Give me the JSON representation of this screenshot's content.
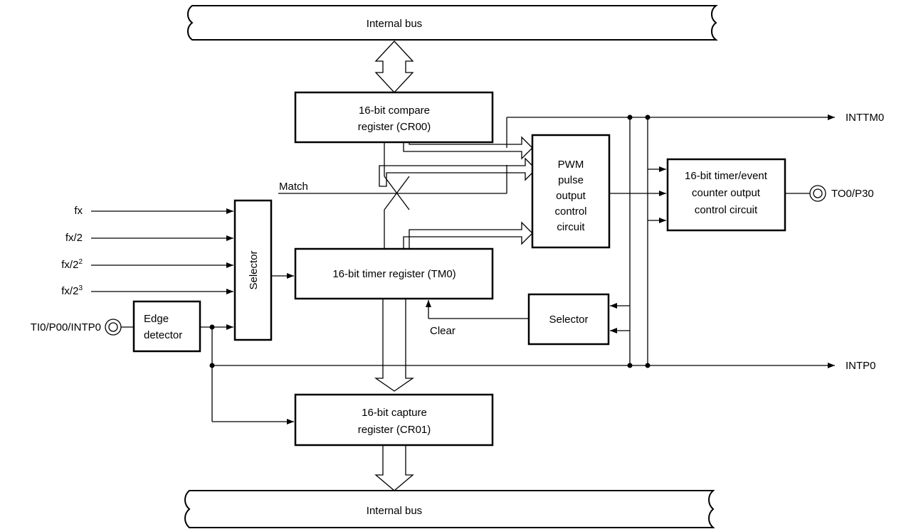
{
  "diagram": {
    "buses": {
      "top": "Internal bus",
      "bottom": "Internal bus"
    },
    "blocks": {
      "compare_register": [
        "16-bit compare",
        "register (CR00)"
      ],
      "pwm_circuit": [
        "PWM",
        "pulse",
        "output",
        "control",
        "circuit"
      ],
      "output_control_circuit": [
        "16-bit timer/event",
        "counter output",
        "control circuit"
      ],
      "selector_left": "Selector",
      "timer_register": "16-bit timer register (TM0)",
      "selector_right": "Selector",
      "edge_detector": [
        "Edge",
        "detector"
      ],
      "capture_register": [
        "16-bit capture",
        "register (CR01)"
      ]
    },
    "clock_inputs": [
      {
        "base": "fx",
        "exp": ""
      },
      {
        "base": "fx/2",
        "exp": ""
      },
      {
        "base": "fx/2",
        "exp": "2"
      },
      {
        "base": "fx/2",
        "exp": "3"
      }
    ],
    "signals": {
      "match": "Match",
      "clear": "Clear",
      "inttm0": "INTTM0",
      "intp0": "INTP0",
      "to0": "TO0/P30",
      "ti0": "TI0/P00/INTP0"
    }
  }
}
